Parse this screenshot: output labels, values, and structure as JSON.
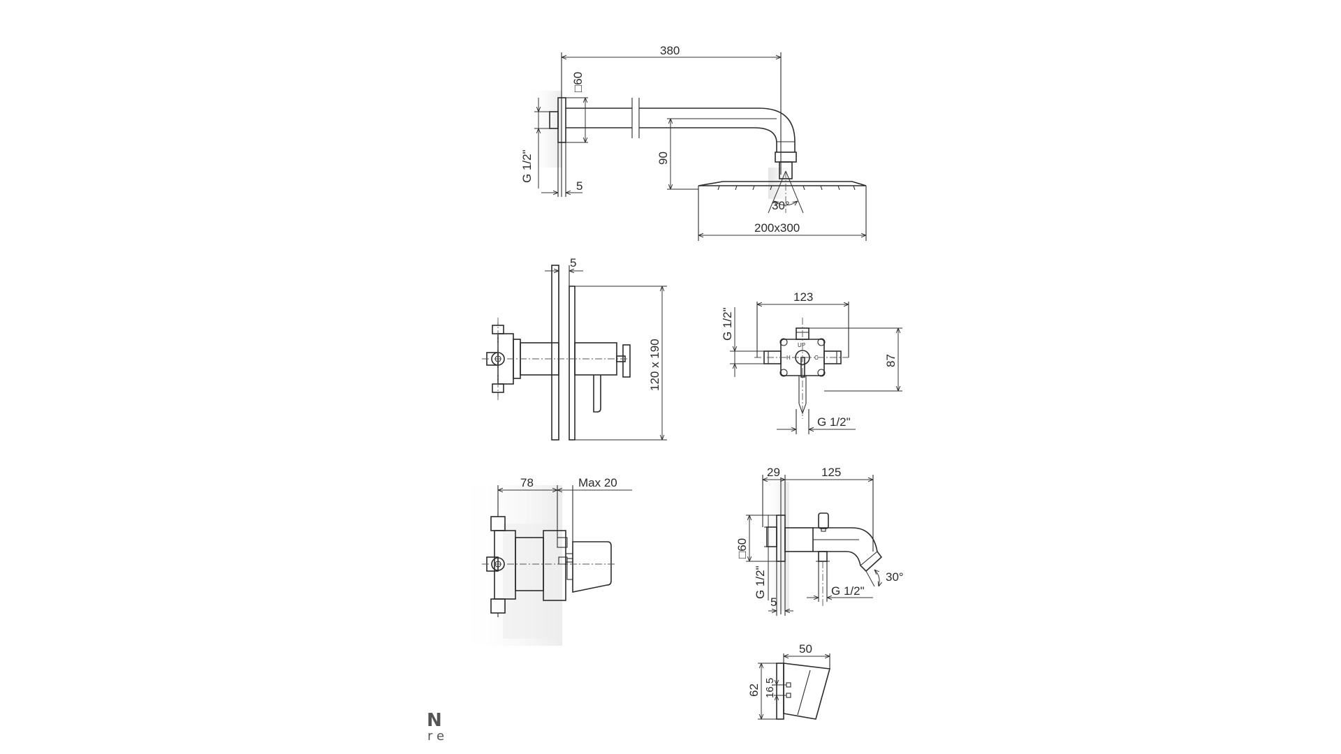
{
  "drawing": {
    "shower_arm": {
      "length": "380",
      "flange": "□60",
      "thread": "G 1/2\"",
      "offset": "5",
      "drop": "90",
      "head_size": "200x300",
      "angle": "30°"
    },
    "concealed_mixer_side": {
      "plate_offset": "5",
      "plate_size": "120 x 190"
    },
    "mixer_body_front": {
      "width": "123",
      "height": "87",
      "thread_left": "G 1/2\"",
      "thread_bottom": "G 1/2\"",
      "mark_top": "UP",
      "mark_hot": "H",
      "mark_cold": "C"
    },
    "mixer_depth": {
      "depth": "78",
      "max_wall": "Max 20"
    },
    "spout": {
      "offset": "29",
      "reach": "125",
      "flange": "□60",
      "thread_left": "G 1/2\"",
      "gap": "5",
      "thread_bottom": "G 1/2\"",
      "angle": "30°"
    },
    "hand_shower_holder": {
      "width": "50",
      "height": "62",
      "hole_spacing": "16,5"
    }
  },
  "brand": {
    "letter": "N",
    "text": "re"
  }
}
